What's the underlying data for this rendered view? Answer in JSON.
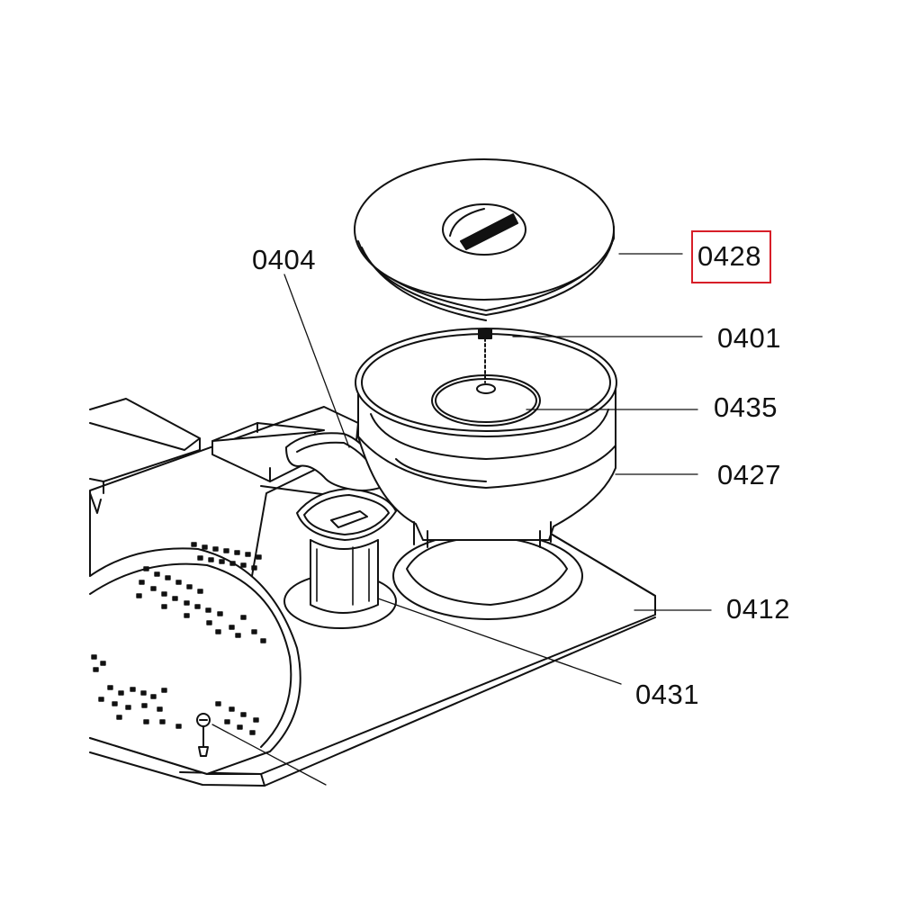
{
  "diagram": {
    "labels": {
      "part_0428": "0428",
      "part_0404": "0404",
      "part_0401": "0401",
      "part_0435": "0435",
      "part_0427": "0427",
      "part_0412": "0412",
      "part_0431": "0431"
    },
    "highlighted_part": "0428",
    "colors": {
      "line": "#111111",
      "highlight": "#d71e28",
      "background": "#ffffff"
    }
  }
}
